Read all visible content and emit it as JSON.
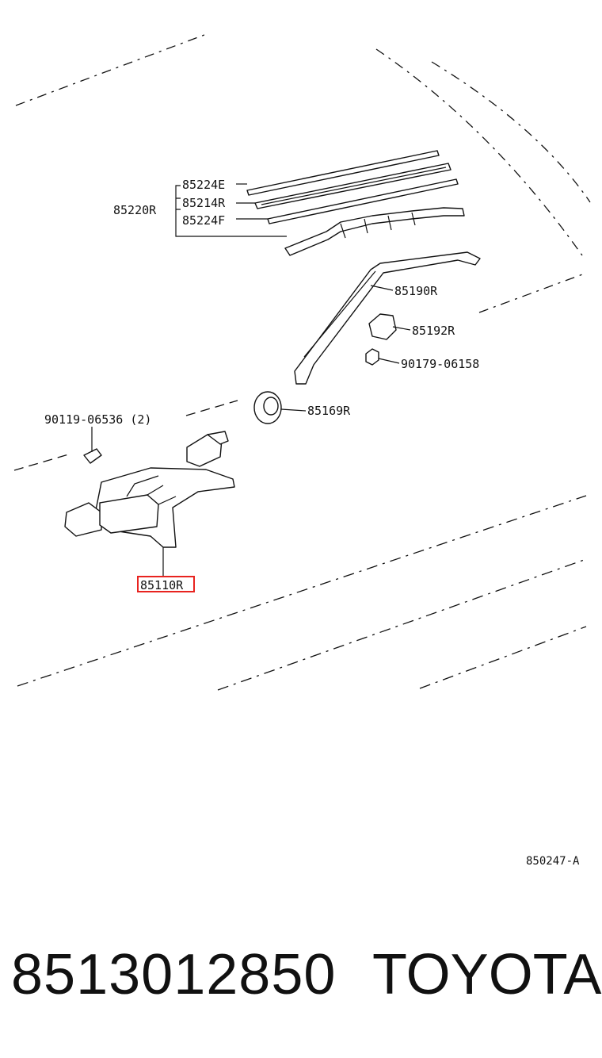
{
  "labels": {
    "blade_assembly": "85220R",
    "blade_upper": "85224E",
    "blade_rubber": "85214R",
    "blade_lower": "85224F",
    "arm": "85190R",
    "cap": "85192R",
    "nut": "90179-06158",
    "grommet": "85169R",
    "bolt": "90119-06536 (2)",
    "motor": "85110R"
  },
  "highlight_color": "#e8231f",
  "reference": "850247-A",
  "footer": {
    "part_number": "8513012850",
    "brand": "TOYOTA"
  }
}
